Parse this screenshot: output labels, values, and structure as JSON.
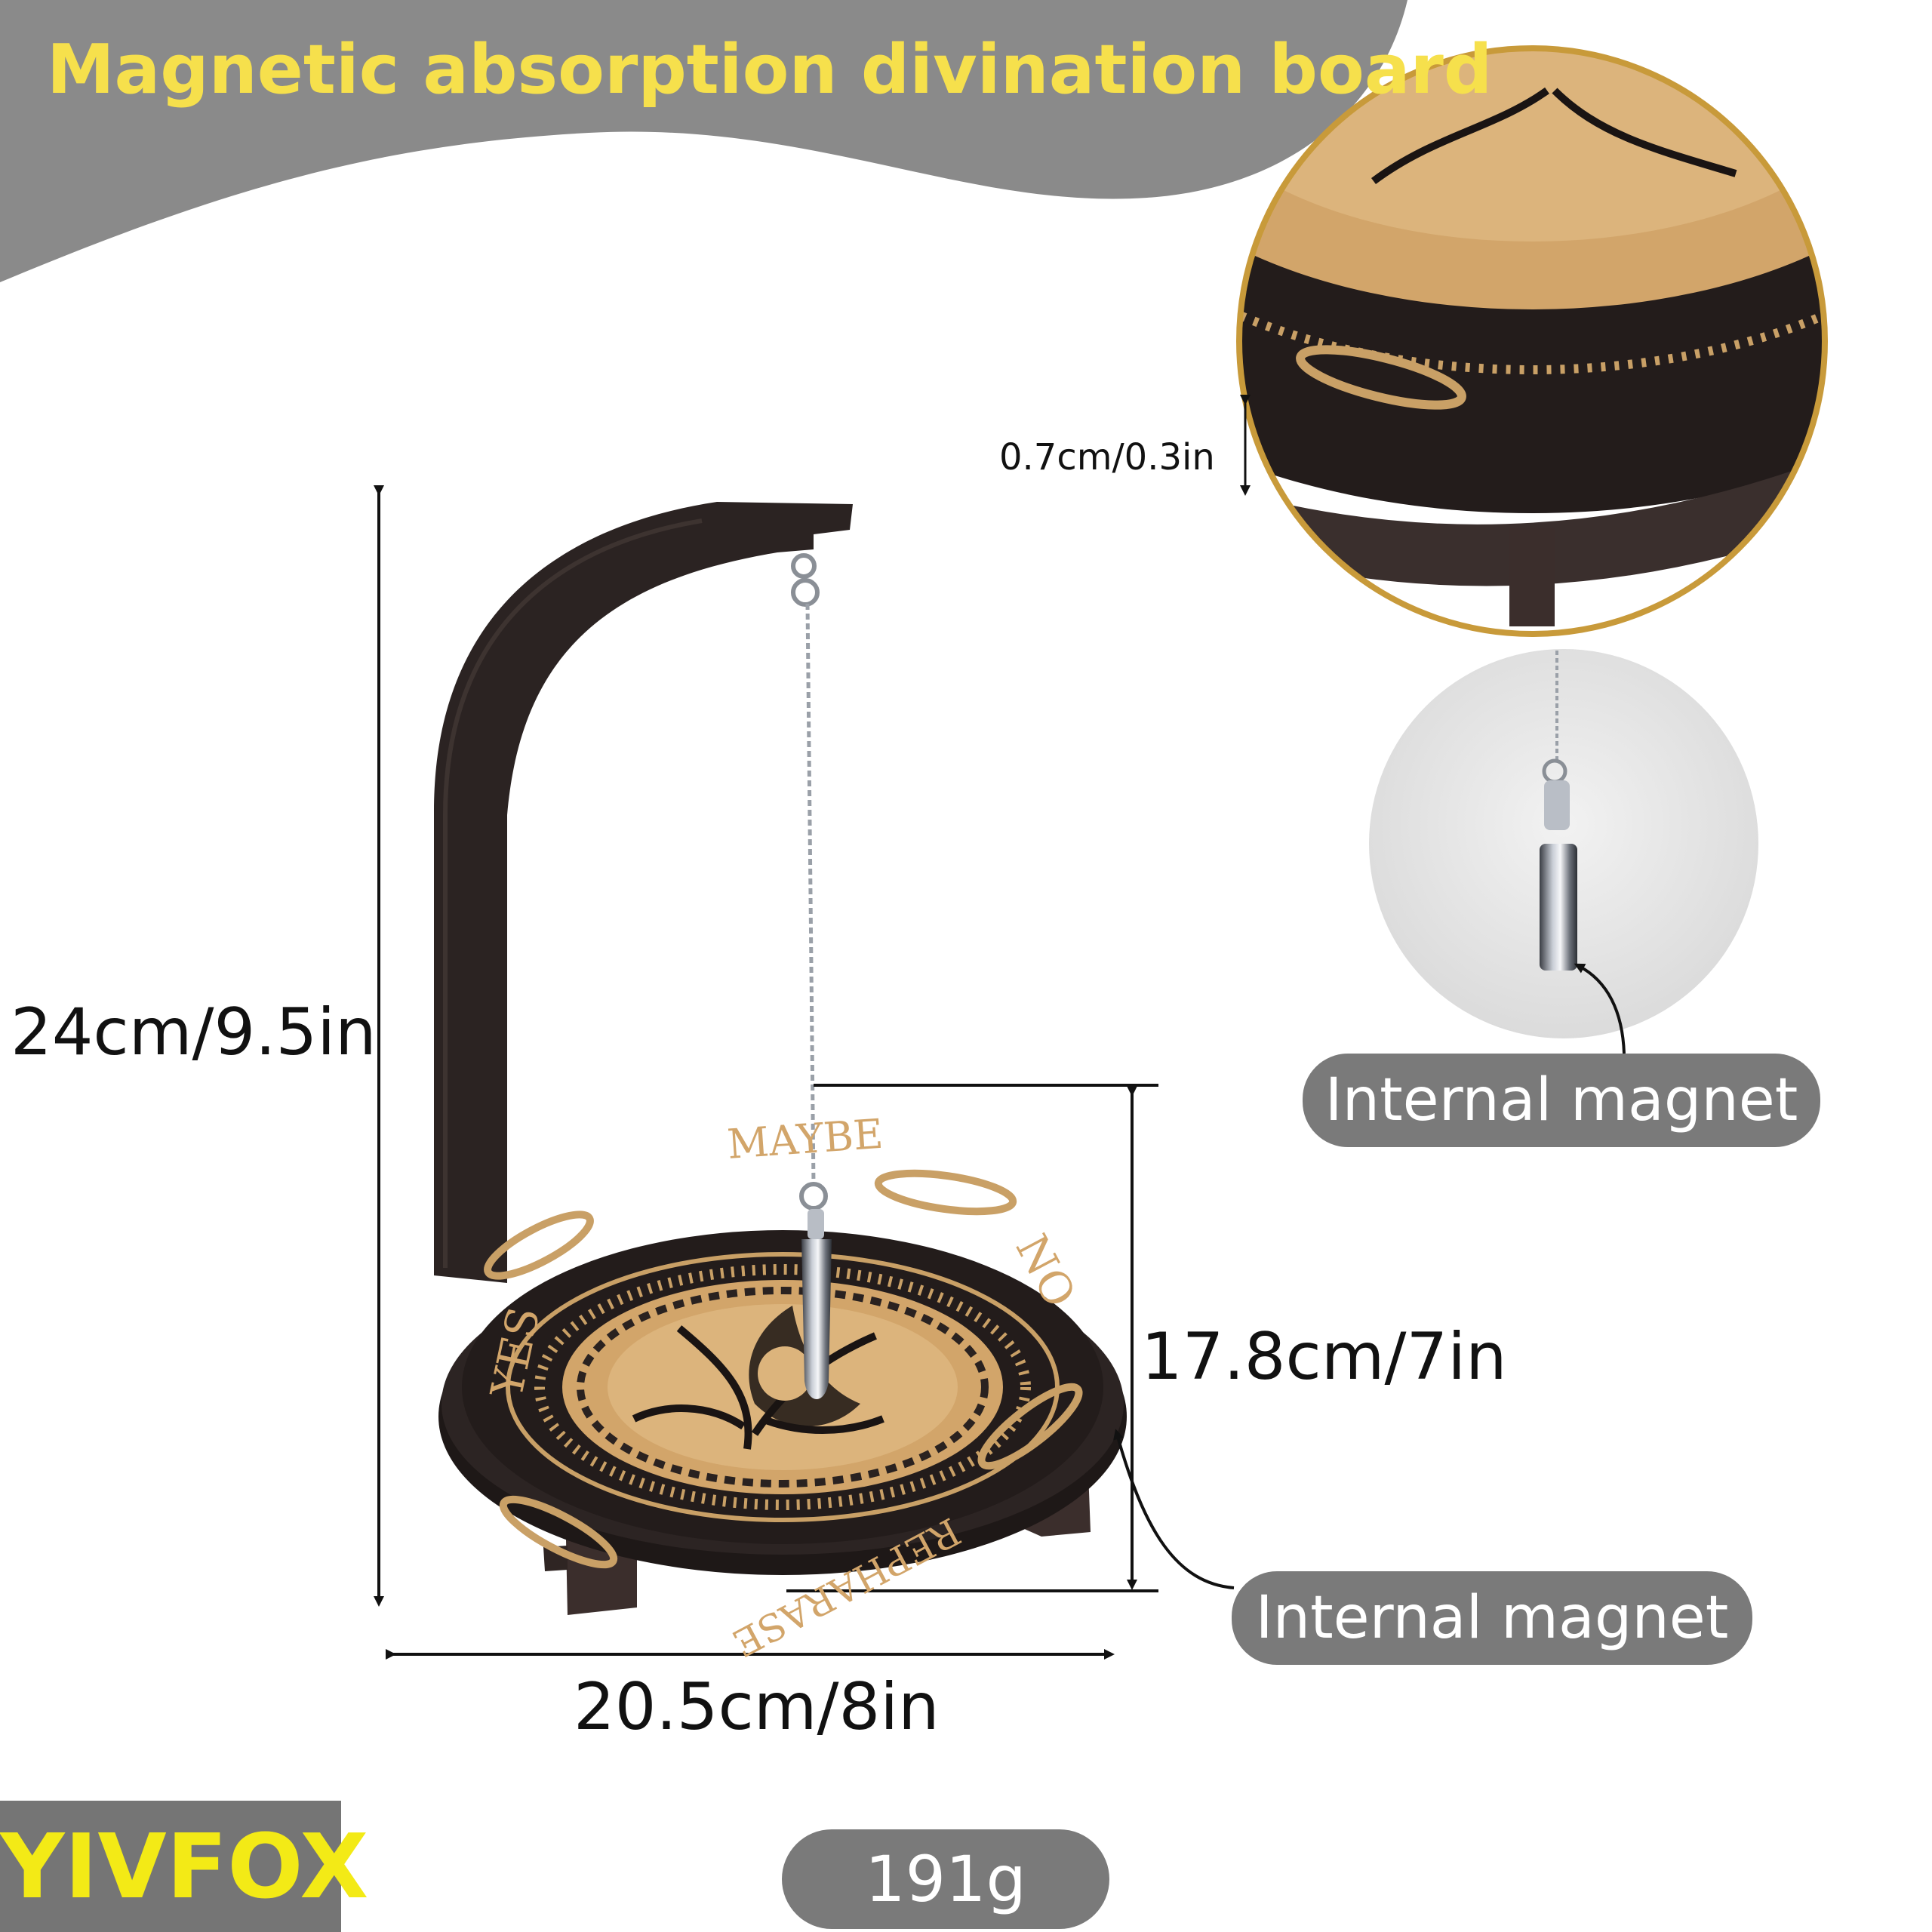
{
  "title": "Magnetic absorption divination board",
  "dimensions": {
    "height": "24cm/9.5in",
    "width": "20.5cm/8in",
    "diameter": "17.8cm/7in",
    "thickness": "0.7cm/0.3in"
  },
  "board_words": {
    "maybe": "MAYBE",
    "no": "NO",
    "yes": "YES",
    "rephrase": "REPHARASE"
  },
  "callouts": {
    "magnet_pendulum": "Internal magnet",
    "magnet_board": "Internal magnet"
  },
  "weight": "191g",
  "brand": "YIVFOX",
  "colors": {
    "header_gray": "#8a8a8a",
    "title_yellow": "#f6e04c",
    "brand_yellow": "#f3ea16",
    "wood_dark": "#2a2220",
    "wood_engraved": "#d2a56a",
    "ring_gold": "#c89a3a"
  }
}
